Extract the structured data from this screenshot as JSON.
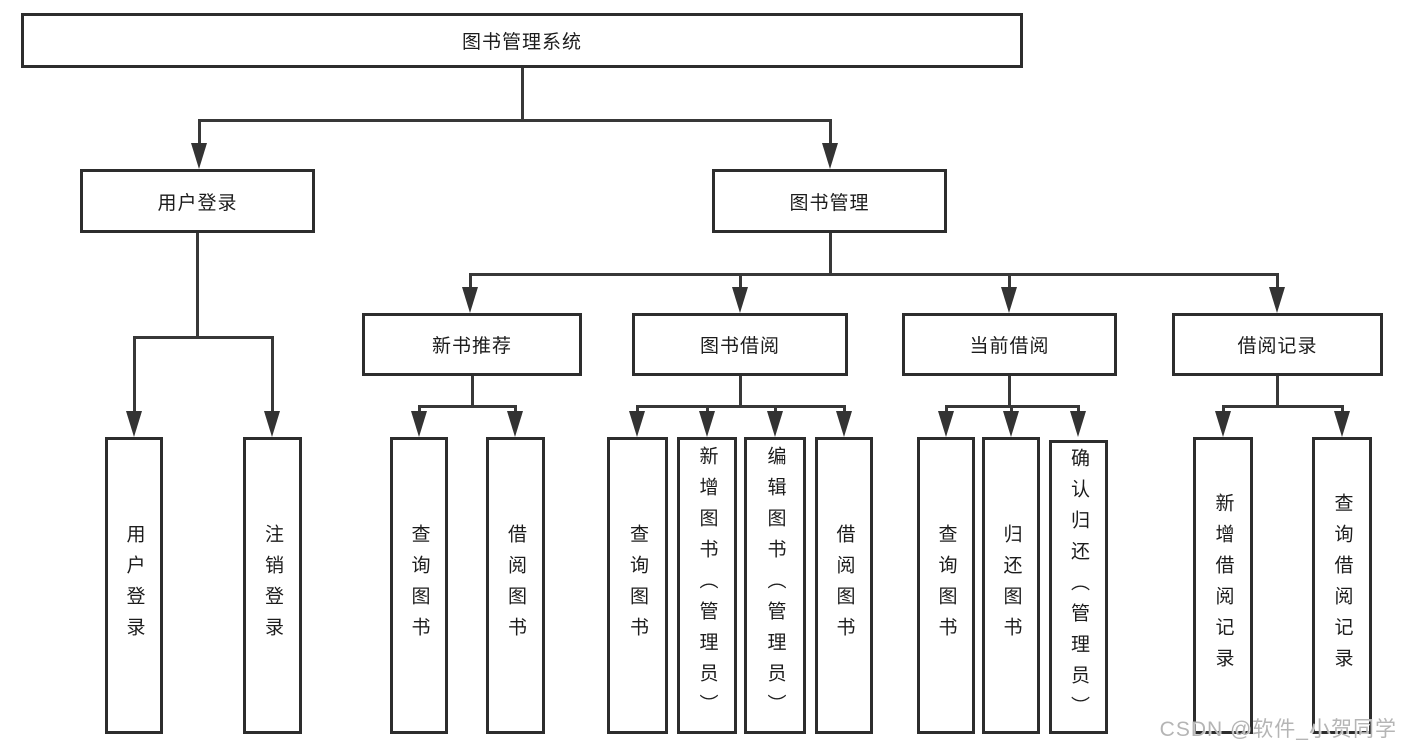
{
  "title": "图书管理系统",
  "watermark": "CSDN @软件_小贺同学",
  "colors": {
    "line": "#383838",
    "border": "#2d2d2d",
    "text": "#1c1c1c",
    "watermark": "#b5b5b5",
    "background": "#ffffff"
  },
  "nodes": [
    {
      "id": "root",
      "label": "图书管理系统",
      "orientation": "horizontal",
      "level": 1
    },
    {
      "id": "user-login",
      "label": "用户登录",
      "orientation": "horizontal",
      "level": 2
    },
    {
      "id": "book-mgmt",
      "label": "图书管理",
      "orientation": "horizontal",
      "level": 2
    },
    {
      "id": "new-book-rec",
      "label": "新书推荐",
      "orientation": "horizontal",
      "level": 3
    },
    {
      "id": "book-borrow",
      "label": "图书借阅",
      "orientation": "horizontal",
      "level": 3
    },
    {
      "id": "current-borrow",
      "label": "当前借阅",
      "orientation": "horizontal",
      "level": 3
    },
    {
      "id": "borrow-records",
      "label": "借阅记录",
      "orientation": "horizontal",
      "level": 3
    },
    {
      "id": "leaf-user-login",
      "label": "用户登录",
      "orientation": "vertical",
      "level": 4
    },
    {
      "id": "leaf-logout",
      "label": "注销登录",
      "orientation": "vertical",
      "level": 4
    },
    {
      "id": "leaf-query-book-1",
      "label": "查询图书",
      "orientation": "vertical",
      "level": 4
    },
    {
      "id": "leaf-borrow-book-1",
      "label": "借阅图书",
      "orientation": "vertical",
      "level": 4
    },
    {
      "id": "leaf-query-book-2",
      "label": "查询图书",
      "orientation": "vertical",
      "level": 4
    },
    {
      "id": "leaf-add-book",
      "label": "新增图书（管理员）",
      "orientation": "vertical",
      "level": 4
    },
    {
      "id": "leaf-edit-book",
      "label": "编辑图书（管理员）",
      "orientation": "vertical",
      "level": 4
    },
    {
      "id": "leaf-borrow-book-2",
      "label": "借阅图书",
      "orientation": "vertical",
      "level": 4
    },
    {
      "id": "leaf-query-book-3",
      "label": "查询图书",
      "orientation": "vertical",
      "level": 4
    },
    {
      "id": "leaf-return-book",
      "label": "归还图书",
      "orientation": "vertical",
      "level": 4
    },
    {
      "id": "leaf-confirm-return",
      "label": "确认归还（管理员）",
      "orientation": "vertical",
      "level": 4
    },
    {
      "id": "leaf-add-borrow-record",
      "label": "新增借阅记录",
      "orientation": "vertical",
      "level": 4
    },
    {
      "id": "leaf-query-borrow-record",
      "label": "查询借阅记录",
      "orientation": "vertical",
      "level": 4
    }
  ],
  "edges": [
    [
      "root",
      "user-login"
    ],
    [
      "root",
      "book-mgmt"
    ],
    [
      "user-login",
      "leaf-user-login"
    ],
    [
      "user-login",
      "leaf-logout"
    ],
    [
      "book-mgmt",
      "new-book-rec"
    ],
    [
      "book-mgmt",
      "book-borrow"
    ],
    [
      "book-mgmt",
      "current-borrow"
    ],
    [
      "book-mgmt",
      "borrow-records"
    ],
    [
      "new-book-rec",
      "leaf-query-book-1"
    ],
    [
      "new-book-rec",
      "leaf-borrow-book-1"
    ],
    [
      "book-borrow",
      "leaf-query-book-2"
    ],
    [
      "book-borrow",
      "leaf-add-book"
    ],
    [
      "book-borrow",
      "leaf-edit-book"
    ],
    [
      "book-borrow",
      "leaf-borrow-book-2"
    ],
    [
      "current-borrow",
      "leaf-query-book-3"
    ],
    [
      "current-borrow",
      "leaf-return-book"
    ],
    [
      "current-borrow",
      "leaf-confirm-return"
    ],
    [
      "borrow-records",
      "leaf-add-borrow-record"
    ],
    [
      "borrow-records",
      "leaf-query-borrow-record"
    ]
  ]
}
